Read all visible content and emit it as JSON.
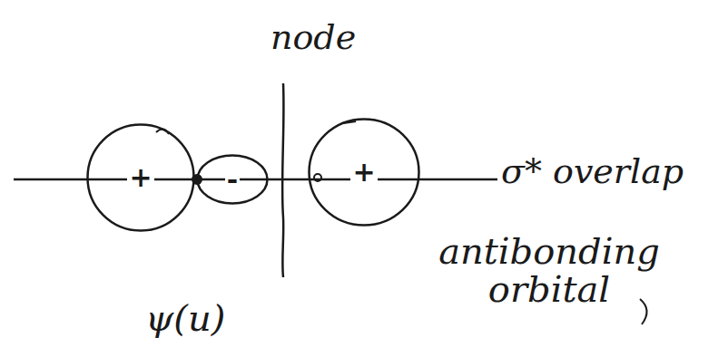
{
  "diagram": {
    "nodes": [
      {
        "text": [
          "+"
        ]
      },
      {
        "text": [
          "-"
        ]
      },
      {
        "text": [
          "+"
        ]
      }
    ],
    "labels": [
      "node",
      "σ* overlap",
      "antibonding orbital",
      "ψ(u)"
    ]
  }
}
